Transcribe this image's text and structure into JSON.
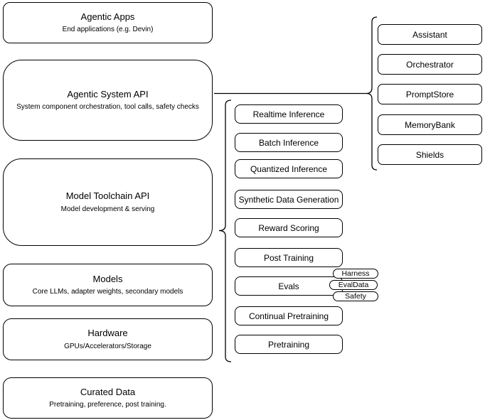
{
  "diagram": {
    "colors": {
      "stroke": "#000000",
      "node_fill": "#ffffff",
      "background": "#ffffff"
    },
    "left_stack": [
      {
        "title": "Agentic Apps",
        "subtitle": "End applications (e.g. Devin)"
      },
      {
        "title": "Agentic System API",
        "subtitle": "System component orchestration, tool calls, safety checks"
      },
      {
        "title": "Model Toolchain API",
        "subtitle": "Model development & serving"
      },
      {
        "title": "Models",
        "subtitle": "Core LLMs, adapter weights, secondary models"
      },
      {
        "title": "Hardware",
        "subtitle": "GPUs/Accelerators/Storage"
      },
      {
        "title": "Curated Data",
        "subtitle": "Pretraining, preference, post training."
      }
    ],
    "toolchain_items": [
      "Realtime Inference",
      "Batch Inference",
      "Quantized Inference",
      "Synthetic Data Generation",
      "Reward Scoring",
      "Post Training",
      "Evals",
      "Continual Pretraining",
      "Pretraining"
    ],
    "evals_tags": [
      "Harness",
      "EvalData",
      "Safety"
    ],
    "system_components": [
      "Assistant",
      "Orchestrator",
      "PromptStore",
      "MemoryBank",
      "Shields"
    ]
  }
}
